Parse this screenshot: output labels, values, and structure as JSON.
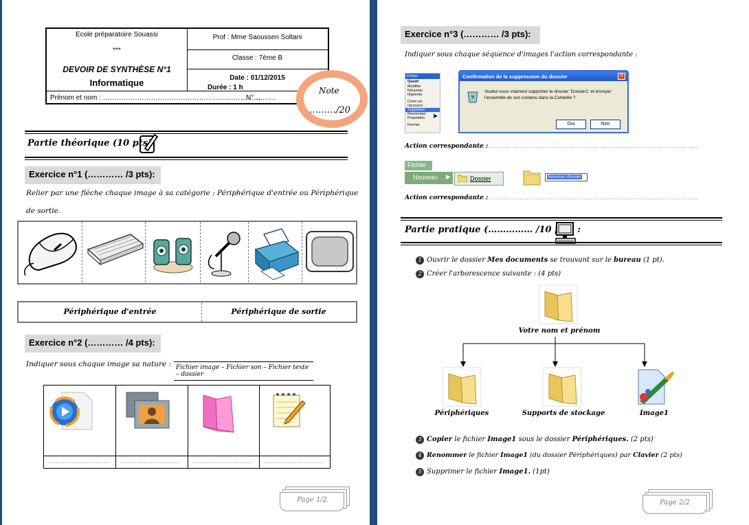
{
  "page1": {
    "school": "Ecole préparatoire Souassi",
    "stars": "***",
    "exam_title": "DEVOIR DE SYNTHÈSE N°1",
    "subject": "Informatique",
    "student_label": "Prénom et nom : ……………………………………………………………",
    "number_label": "N° ………",
    "teacher": "Prof : Mme Saoussen Soltani",
    "class_label": "Classe : 7ème B",
    "date_label": "Date : 01/12/2015",
    "duration_label": "Durée : 1 h",
    "note_label": "Note",
    "note_value": "………/20",
    "theory_title": "Partie théorique (10 pts)",
    "ex1_title": "Exercice n°1 (………… /3 pts):",
    "ex1_instruction_line1": "Relier par une flèche chaque image à sa catégorie : Périphérique d'entrée ou Périphérique",
    "ex1_instruction_line2": "de sortie.",
    "input_device": "Périphérique d'entrée",
    "output_device": "Périphérique de sortie",
    "ex2_title": "Exercice n°2 (………… /4 pts):",
    "ex2_instruction": "Indiquer sous chaque image sa nature :",
    "ex2_options": "Fichier image – Fichier son – Fichier texte – dossier",
    "dots": "……………………………",
    "page_num": "Page 1/2"
  },
  "page2": {
    "ex3_title": "Exercice n°3 (………… /3 pts):",
    "ex3_instruction": "Indiquer sous chaque séquence d'images l'action correspondante :",
    "menu": {
      "header": "Fichier",
      "items": [
        "Ouvrir",
        "Modifier",
        "Nouveau",
        "Imprimer",
        "Créer un raccourci",
        "Supprimer",
        "Renommer",
        "Propriétés",
        "Fermer"
      ]
    },
    "dialog_title": "Confirmation de la suppression du dossier",
    "dialog_text_line1": "Voulez-vous vraiment supprimer le dossier 'Dossier1' et envoyer",
    "dialog_text_line2": "l'ensemble de son contenu dans la Corbeille ?",
    "dialog_ok": "Oui",
    "dialog_no": "Non",
    "action_label": "Action correspondante :",
    "action_dots": "……………………………………………………………………………………………………………",
    "fichier_menu": "Fichier",
    "nouveau_item": "Nouveau",
    "dossier_item": "Dossier",
    "new_folder_label": "Nouveau dossier",
    "practical_title": "Partie pratique (…………… /10 pts) :",
    "step1_pre": "Ouvrir le dossier",
    "step1_b1": "Mes documents",
    "step1_mid": "se trouvant sur le",
    "step1_b2": "bureau",
    "step1_post": "(1 pt).",
    "step2": "Créer l'arborescence suivante : (4 pts)",
    "tree_root": "Votre nom et prénom",
    "tree_children": [
      "Périphériques",
      "Supports de stockage",
      "Image1"
    ],
    "step3_b1": "Copier",
    "step3_pre": "le fichier",
    "step3_b2": "Image1",
    "step3_mid": "sous le dossier",
    "step3_b3": "Périphériques.",
    "step3_post": "(2 pts)",
    "step4_b1": "Renommer",
    "step4_pre": "le fichier",
    "step4_b2": "Image1",
    "step4_mid": "(du dossier Périphériques) par",
    "step4_b3": "Clavier",
    "step4_post": "(2 pts)",
    "step5_pre": "Supprimer le fichier",
    "step5_b1": "Image1.",
    "step5_post": "(1pt)",
    "page_num": "Page 2/2"
  },
  "colors": {
    "background": "#1f4d7a",
    "bar": "#d9d9d9",
    "note_circle": "#f4a57c",
    "folder": "#f5d77a",
    "xp_title": "#3a6ed8"
  }
}
